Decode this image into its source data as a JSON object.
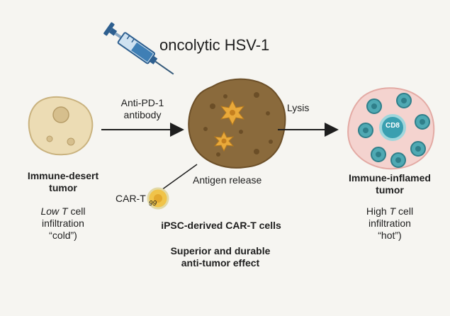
{
  "title": "oncolytic HSV-1",
  "left_tumor": {
    "name_line1": "Immune-desert",
    "name_line2": "tumor",
    "desc_line1_em": "Low T",
    "desc_line1_rest": " cell",
    "desc_line2": "infiltration",
    "desc_line3": "“cold”)"
  },
  "arrow_left": {
    "line1": "Anti-PD-1",
    "line2": "antibody"
  },
  "arrow_right": {
    "label": "Lysis"
  },
  "center": {
    "antigen_label": "Antigen release"
  },
  "cart": {
    "label": "CAR-T",
    "cell_text": "99",
    "title": "iPSC-derived CAR-T cells",
    "effect_line1": "Superior and durable",
    "effect_line2": "anti-tumor effect"
  },
  "right_tumor": {
    "name_line1": "Immune-inflamed",
    "name_line2": "tumor",
    "desc_line1_pre": "High ",
    "desc_line1_em": "T",
    "desc_line1_rest": " cell",
    "desc_line2": "infiltration",
    "desc_line3": "“hot”)",
    "center_cell_label": "CD8"
  },
  "colors": {
    "cold_fill": "#ecdcb4",
    "center_tumor": "#8a6a3c",
    "hot_fill": "#f4d3cf",
    "tcell": "#4fa9b3",
    "syringe_blue": "#3f7fb5",
    "cart_yellow": "#f0c44a"
  }
}
